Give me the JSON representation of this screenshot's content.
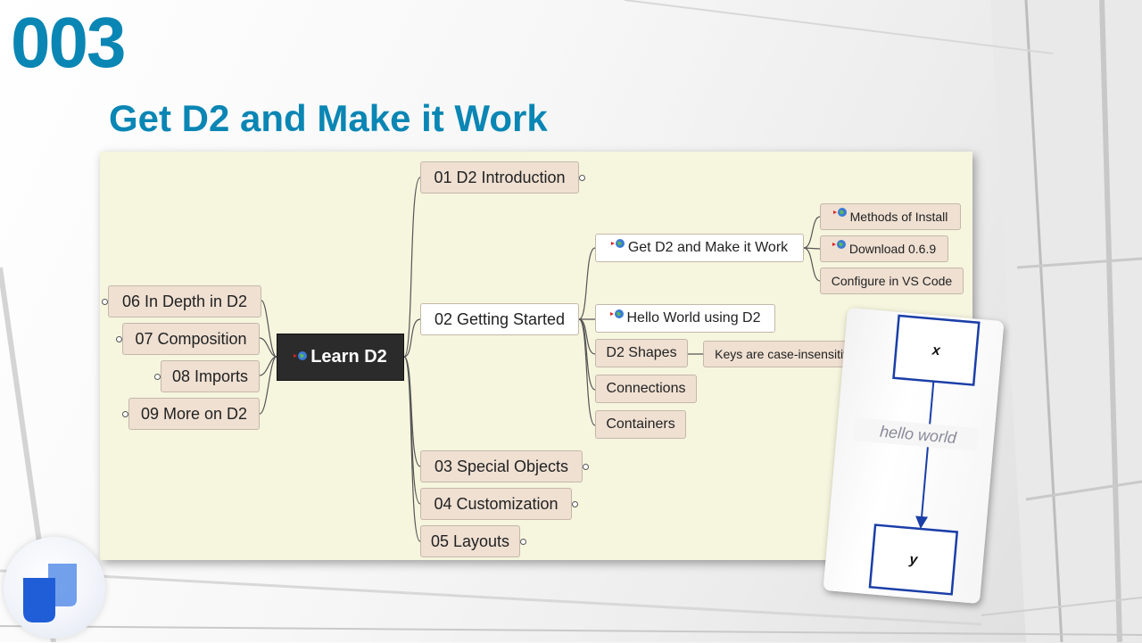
{
  "colors": {
    "accent": "#0a86b4",
    "canvas": "#f6f5de",
    "node_fill": "#efe0d2",
    "root_fill": "#2b2b2b",
    "connector": "#555555",
    "diagram_blue": "#1a3ea8"
  },
  "slide": {
    "number": "003",
    "title": "Get D2 and Make it Work"
  },
  "mindmap": {
    "root": "Learn D2",
    "left_branches": [
      "06 In Depth in D2",
      "07 Composition",
      "08 Imports",
      "09 More on D2"
    ],
    "right_branches": [
      "01 D2 Introduction",
      "02 Getting Started",
      "03 Special Objects",
      "04 Customization",
      "05 Layouts"
    ],
    "getting_started": {
      "get_d2": "Get D2 and Make it Work",
      "get_d2_children": [
        "Methods of Install",
        "Download 0.6.9",
        "Configure in VS Code"
      ],
      "hello_world": "Hello World using D2",
      "shapes": "D2 Shapes",
      "shapes_note": "Keys are case-insensitive",
      "connections": "Connections",
      "containers": "Containers"
    },
    "icon_name": "link-flag-globe-icon"
  },
  "example": {
    "node_top": "x",
    "node_bottom": "y",
    "edge_label": "hello world"
  },
  "logo_icon": "d2-logo-icon"
}
